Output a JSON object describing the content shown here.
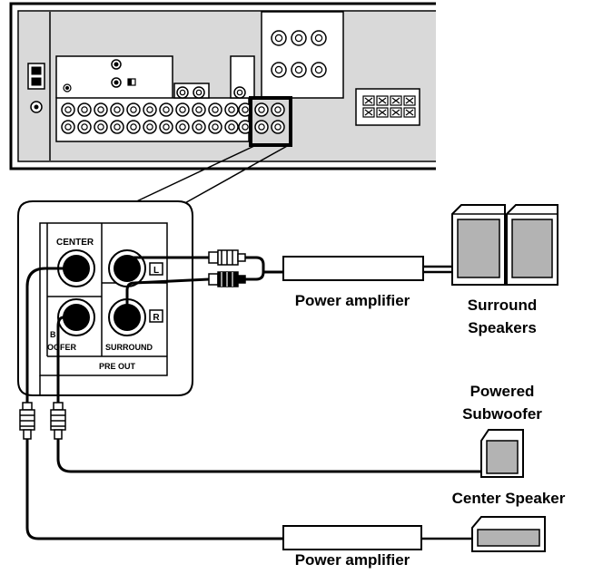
{
  "inset_panel": {
    "center": "CENTER",
    "subwoofer": "B\nOOFER",
    "subwoofer_line1": "B",
    "subwoofer_line2": "OOFER",
    "surround": "SURROUND",
    "pre_out": "PRE OUT",
    "left_marker": "L",
    "right_marker": "R"
  },
  "labels": {
    "power_amplifier_top": "Power amplifier",
    "surround_speakers_line1": "Surround",
    "surround_speakers_line2": "Speakers",
    "powered_subwoofer_line1": "Powered",
    "powered_subwoofer_line2": "Subwoofer",
    "center_speaker": "Center Speaker",
    "power_amplifier_bottom": "Power amplifier"
  },
  "icons": [
    "receiver-rear-panel",
    "rca-plug",
    "power-amplifier",
    "speaker",
    "subwoofer",
    "center-speaker"
  ]
}
